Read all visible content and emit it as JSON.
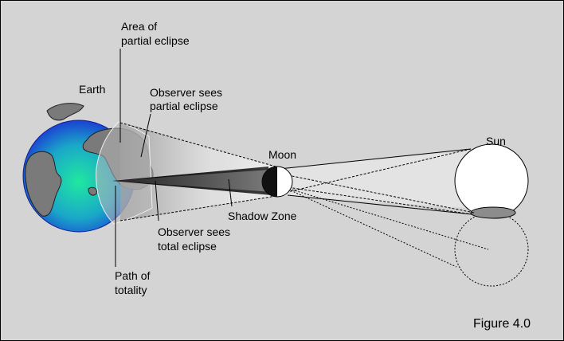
{
  "labels": {
    "area_partial_line1": "Area of",
    "area_partial_line2": "partial eclipse",
    "earth": "Earth",
    "observer_partial_line1": "Observer sees",
    "observer_partial_line2": "partial eclipse",
    "moon": "Moon",
    "sun": "Sun",
    "shadow_zone": "Shadow Zone",
    "observer_total_line1": "Observer sees",
    "observer_total_line2": "total eclipse",
    "path_line1": "Path of",
    "path_line2": "totality",
    "figure": "Figure 4.0"
  },
  "colors": {
    "background": "#d4d4d4",
    "earth_center": "#20e8a0",
    "earth_edge": "#1a2bd6",
    "continent": "#7a7a7a",
    "umbra": "#1a1a1a",
    "sun_fill": "#ffffff",
    "sun_spot": "#8c8c8c"
  }
}
